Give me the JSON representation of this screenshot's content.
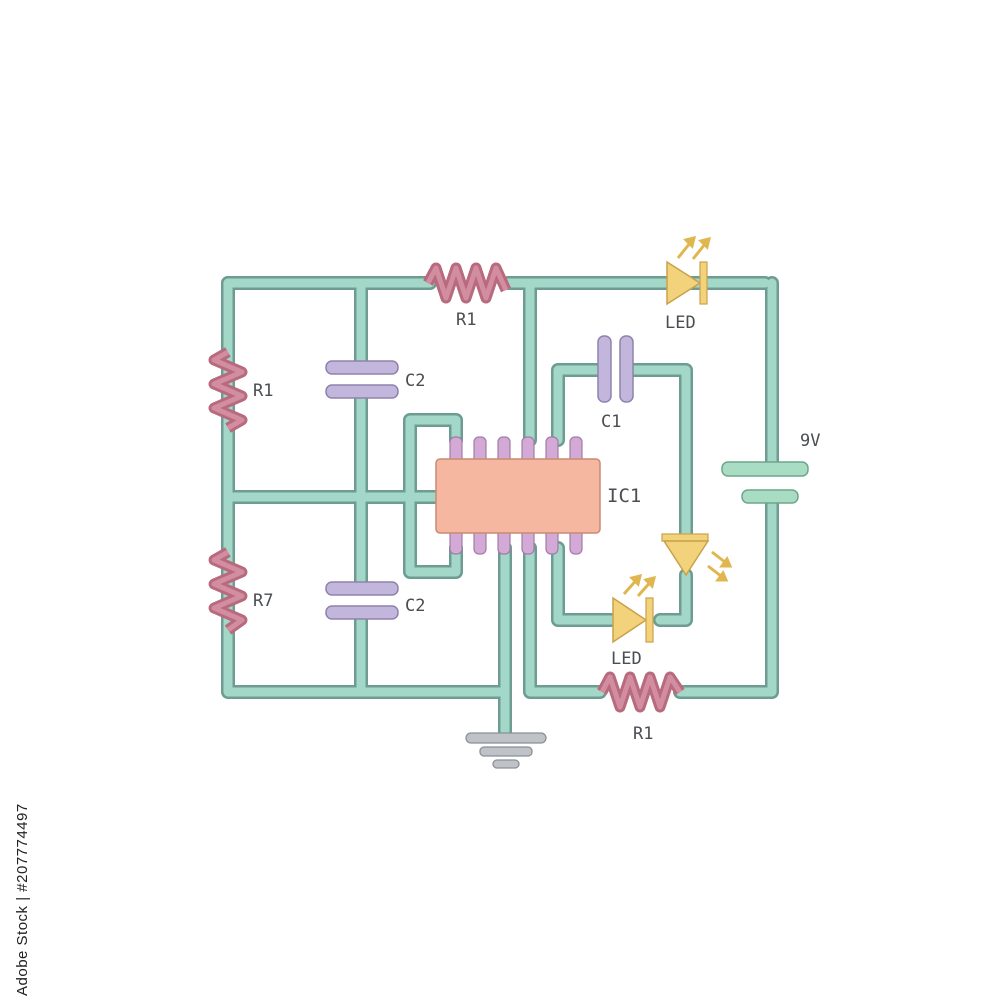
{
  "diagram": {
    "labels": {
      "r1_top": "R1",
      "r1_left": "R1",
      "r7_left": "R7",
      "c2_top": "C2",
      "c2_bottom": "C2",
      "c1": "C1",
      "ic1": "IC1",
      "led_top": "LED",
      "led_bottom": "LED",
      "battery": "9V",
      "r1_bottom": "R1"
    }
  },
  "watermark": {
    "stock_id": "Adobe Stock | #207774497"
  },
  "colors": {
    "wire": "#9fd3c4",
    "wire_outline": "#5f8f85",
    "resistor": "#c77b8d",
    "capacitor": "#c3b6dc",
    "ic_body": "#f6b7a0",
    "ic_pins": "#d3a9d6",
    "led": "#f3d27c",
    "battery": "#a8dcc3",
    "ground": "#bfc3c8",
    "label": "#4a4d52"
  }
}
